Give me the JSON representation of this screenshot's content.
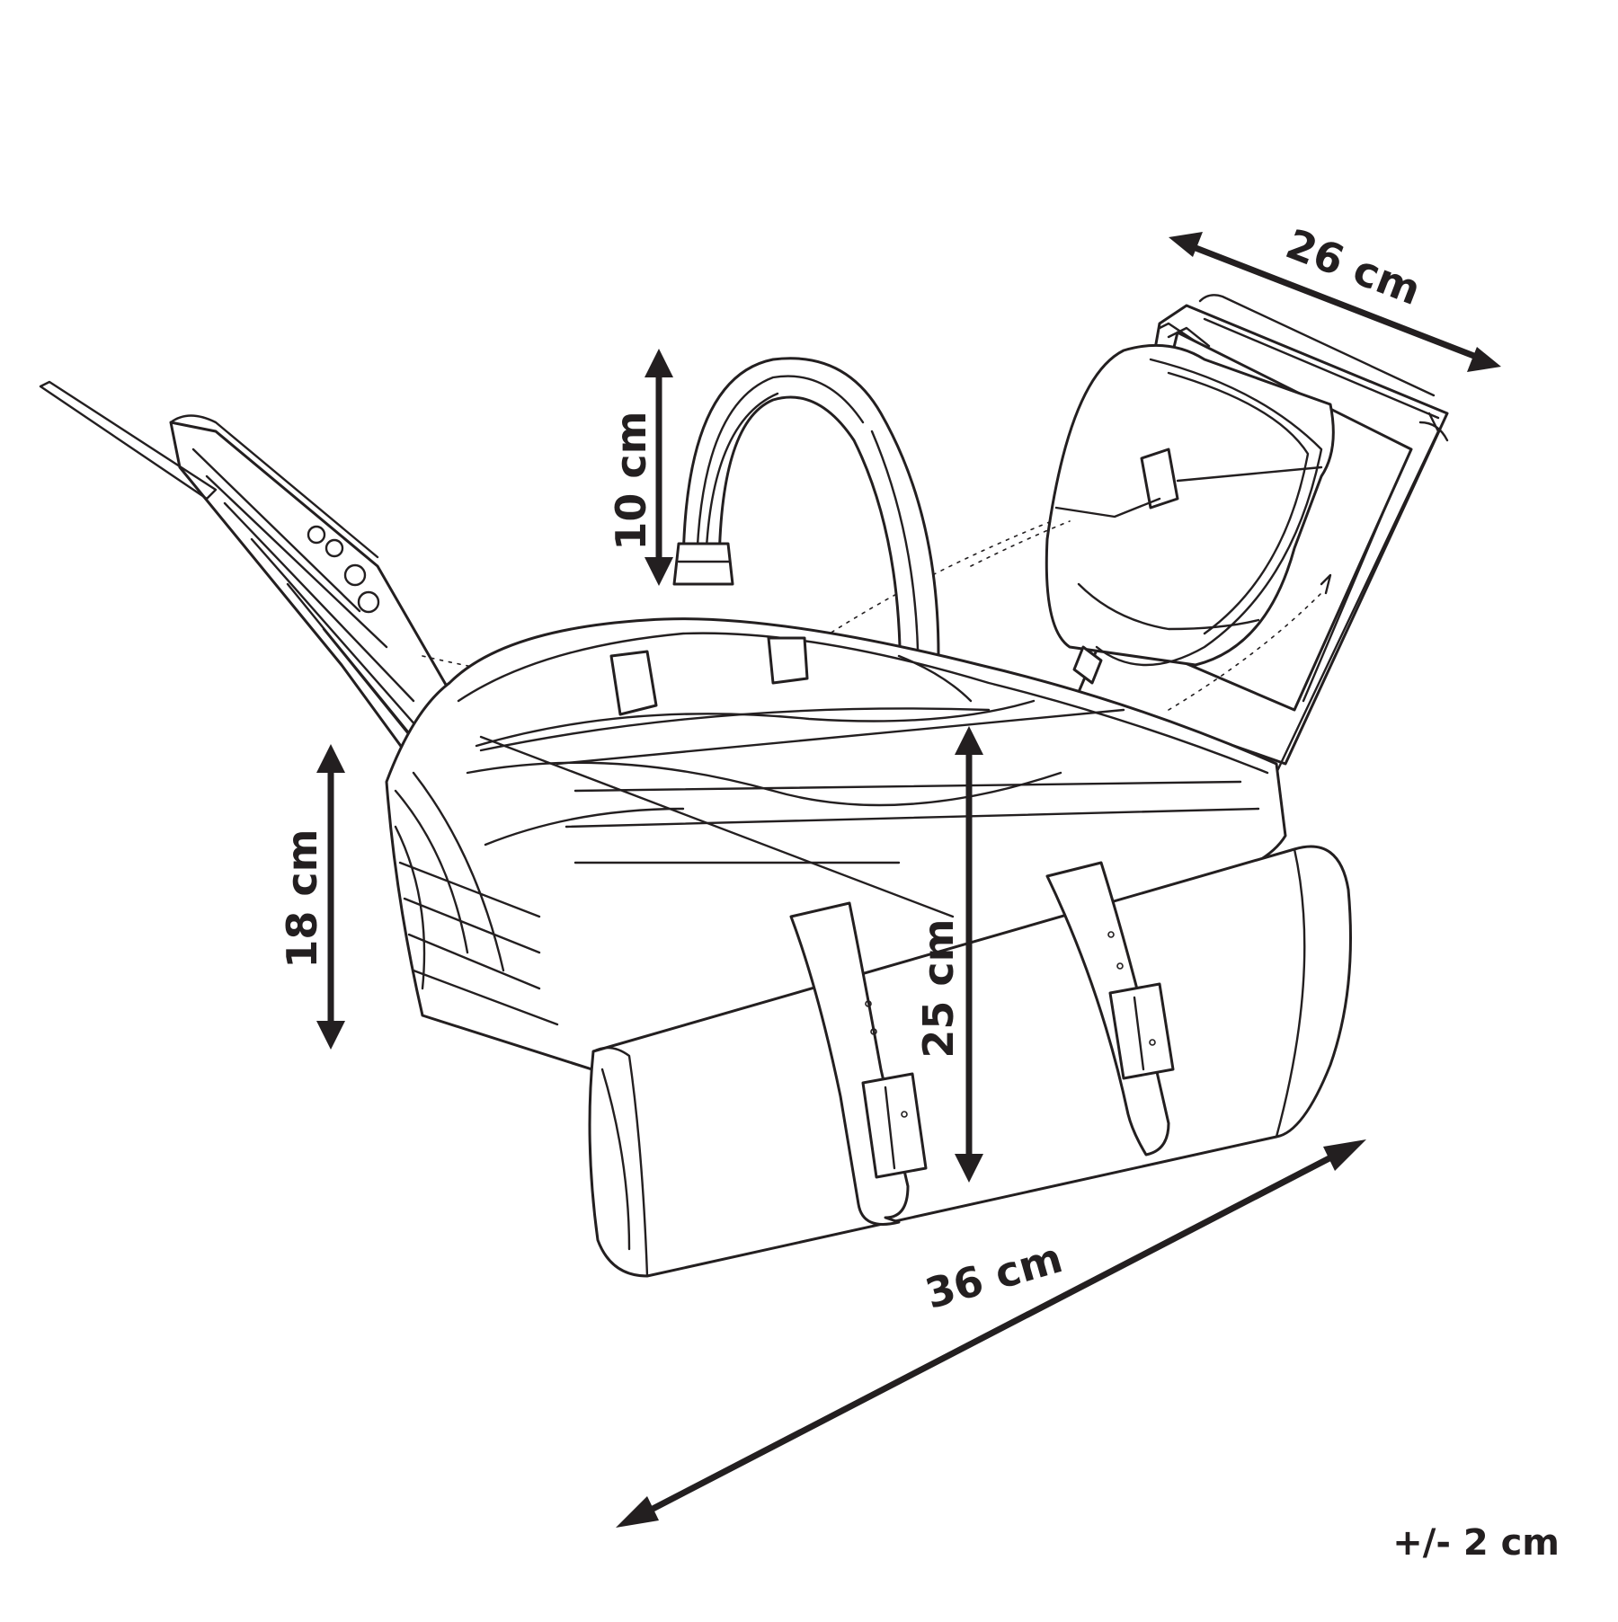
{
  "dimensions": {
    "width": "36 cm",
    "depth": "26 cm",
    "total_height": "25 cm",
    "body_height": "18 cm",
    "handle_height": "10 cm"
  },
  "tolerance": "+/- 2 cm",
  "colors": {
    "line": "#231f20",
    "background": "#ffffff"
  }
}
